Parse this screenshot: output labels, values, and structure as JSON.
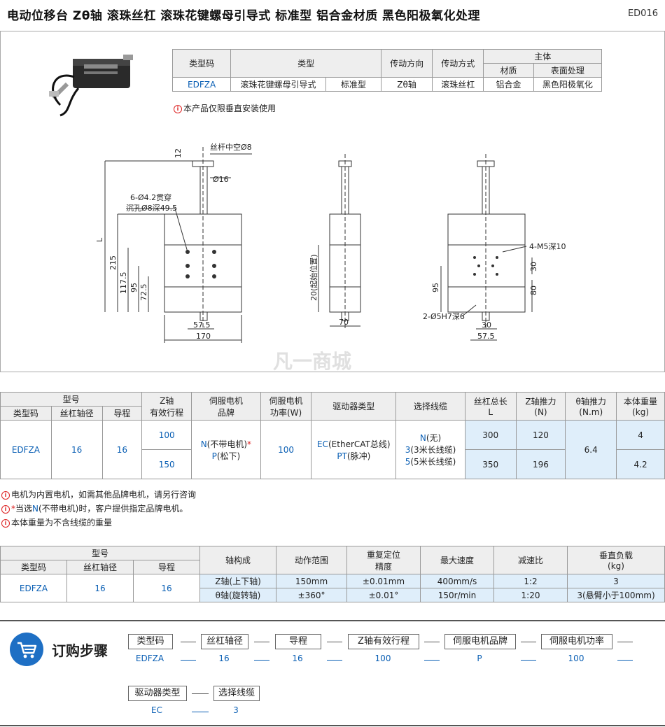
{
  "header": {
    "title": "电动位移台  Zθ轴  滚珠丝杠  滚珠花键螺母引导式  标准型  铝合金材质  黑色阳极氧化处理",
    "code": "ED016"
  },
  "spec_table": {
    "h_code": "类型码",
    "h_type": "类型",
    "h_dir": "传动方向",
    "h_mode": "传动方式",
    "h_body": "主体",
    "h_mat": "材质",
    "h_surf": "表面处理",
    "code": "EDFZA",
    "type1": "滚珠花键螺母引导式",
    "type2": "标准型",
    "dir": "Zθ轴",
    "mode": "滚珠丝杠",
    "mat": "铝合金",
    "surf": "黑色阳极氧化"
  },
  "note_top": "本产品仅限垂直安装使用",
  "drawing": {
    "d_hole": "丝杆中空Ø8",
    "d_12": "12",
    "d_16": "Ø16",
    "d_bore1": "6-Ø4.2贯穿",
    "d_bore2": "沉孔Ø8深49.5",
    "d_L": "L",
    "d_215": "215",
    "d_117": "117.5",
    "d_95": "95",
    "d_72": "72.5",
    "d_575": "57.5",
    "d_170": "170",
    "d_20": "20(起始位置)",
    "d_70": "70",
    "d_m5": "4-M5深10",
    "d_30v": "30",
    "d_80": "80",
    "d_95b": "95",
    "d_pin": "2-Ø5H7深6",
    "d_30h": "30",
    "d_575b": "57.5",
    "watermark": "凡一商城"
  },
  "model_table": {
    "h_model": "型号",
    "h_code": "类型码",
    "h_dia": "丝杠轴径",
    "h_lead": "导程",
    "h_stroke": "Z轴\n有效行程",
    "h_brand": "伺服电机\n品牌",
    "h_power": "伺服电机\n功率(W)",
    "h_driver": "驱动器类型",
    "h_cable": "选择线缆",
    "h_len": "丝杠总长\nL",
    "h_zf": "Z轴推力\n(N)",
    "h_tf": "θ轴推力\n(N.m)",
    "h_w": "本体重量\n(kg)",
    "code": "EDFZA",
    "dia": "16",
    "lead": "16",
    "strokes": [
      "100",
      "150"
    ],
    "brand1_code": "N",
    "brand1_text": "(不带电机)",
    "brand1_star": "*",
    "brand2_code": "P",
    "brand2_text": "(松下)",
    "power": "100",
    "driver1_code": "EC",
    "driver1_text": "(EtherCAT总线)",
    "driver2_code": "PT",
    "driver2_text": "(脉冲)",
    "cable1_code": "N",
    "cable1_text": "(无)",
    "cable2_code": "3",
    "cable2_text": "(3米长线缆)",
    "cable3_code": "5",
    "cable3_text": "(5米长线缆)",
    "lengths": [
      "300",
      "350"
    ],
    "zforce": [
      "120",
      "196"
    ],
    "tforce": "6.4",
    "weights": [
      "4",
      "4.2"
    ]
  },
  "notes_mid": {
    "n1": "电机为内置电机，如需其他品牌电机，请另行咨询",
    "n2_star": "*",
    "n2_a": "当选",
    "n2_code": "N",
    "n2_b": "(不带电机)时，客户提供指定品牌电机。",
    "n3": "本体重量为不含线缆的重量"
  },
  "perf_table": {
    "h_model": "型号",
    "h_code": "类型码",
    "h_dia": "丝杠轴径",
    "h_lead": "导程",
    "h_axis": "轴构成",
    "h_range": "动作范围",
    "h_rep": "重复定位\n精度",
    "h_speed": "最大速度",
    "h_ratio": "减速比",
    "h_load": "垂直负载\n(kg)",
    "code": "EDFZA",
    "dia": "16",
    "lead": "16",
    "rows": [
      {
        "axis": "Z轴(上下轴)",
        "range": "150mm",
        "rep": "±0.01mm",
        "speed": "400mm/s",
        "ratio": "1:2",
        "load": "3"
      },
      {
        "axis": "θ轴(旋转轴)",
        "range": "±360°",
        "rep": "±0.01°",
        "speed": "150r/min",
        "ratio": "1:20",
        "load": "3(悬臂小于100mm)"
      }
    ]
  },
  "order": {
    "title": "订购步骤",
    "steps": [
      {
        "label": "类型码",
        "value": "EDFZA"
      },
      {
        "label": "丝杠轴径",
        "value": "16"
      },
      {
        "label": "导程",
        "value": "16"
      },
      {
        "label": "Z轴有效行程",
        "value": "100"
      },
      {
        "label": "伺服电机品牌",
        "value": "P"
      },
      {
        "label": "伺服电机功率",
        "value": "100"
      },
      {
        "label": "驱动器类型",
        "value": "EC"
      },
      {
        "label": "选择线缆",
        "value": "3"
      }
    ]
  },
  "colors": {
    "accent": "#0a5fb4",
    "header_bg": "#eeeeee",
    "cell_blue": "#dfeefa",
    "warn": "#d22222",
    "cart_bg": "#1e6fc4"
  }
}
